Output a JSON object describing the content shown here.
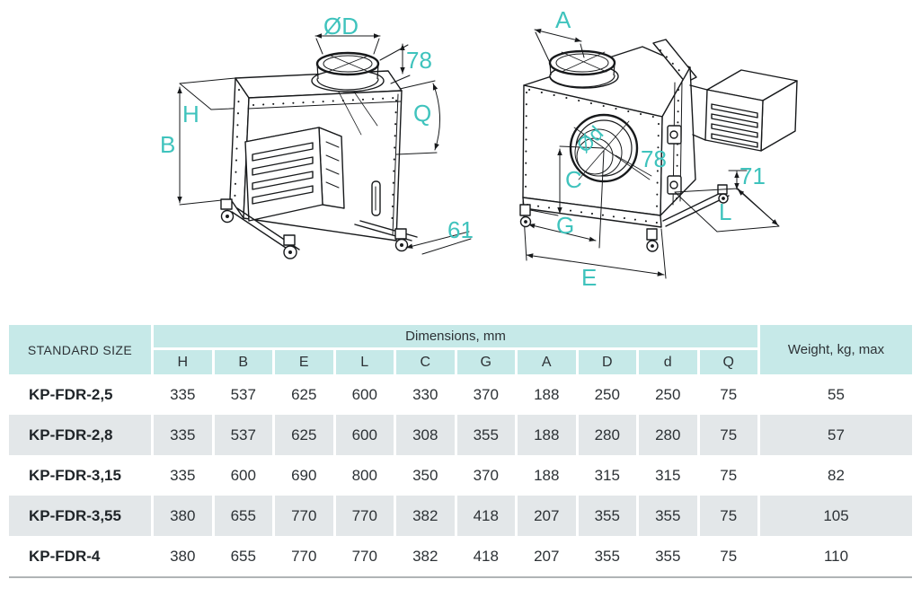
{
  "accent_color": "#3fc3bd",
  "line_color": "#17191b",
  "diagram_left": {
    "description": "isometric technical drawing: fan box with top duct collar, louvered grille, door handle and casters",
    "labels": {
      "od": "ØD",
      "n78": "78",
      "h": "H",
      "b": "B",
      "q": "Q",
      "n61": "61"
    }
  },
  "diagram_right": {
    "description": "isometric technical drawing: fan box with round inlet, motor louver box, mounting fin and rails",
    "labels": {
      "a": "A",
      "od_small": "Ød",
      "n78": "78",
      "c": "C",
      "g": "G",
      "e": "E",
      "n71": "71",
      "l": "L"
    }
  },
  "table": {
    "header": {
      "standard_size": "STANDARD SIZE",
      "dimensions_group": "Dimensions, mm",
      "columns": [
        "H",
        "B",
        "E",
        "L",
        "C",
        "G",
        "A",
        "D",
        "d",
        "Q"
      ],
      "weight": "Weight, kg, max"
    },
    "rows": [
      {
        "model": "KP-FDR-2,5",
        "values": [
          "335",
          "537",
          "625",
          "600",
          "330",
          "370",
          "188",
          "250",
          "250",
          "75"
        ],
        "weight": "55"
      },
      {
        "model": "KP-FDR-2,8",
        "values": [
          "335",
          "537",
          "625",
          "600",
          "308",
          "355",
          "188",
          "280",
          "280",
          "75"
        ],
        "weight": "57"
      },
      {
        "model": "KP-FDR-3,15",
        "values": [
          "335",
          "600",
          "690",
          "800",
          "350",
          "370",
          "188",
          "315",
          "315",
          "75"
        ],
        "weight": "82"
      },
      {
        "model": "KP-FDR-3,55",
        "values": [
          "380",
          "655",
          "770",
          "770",
          "382",
          "418",
          "207",
          "355",
          "355",
          "75"
        ],
        "weight": "105"
      },
      {
        "model": "KP-FDR-4",
        "values": [
          "380",
          "655",
          "770",
          "770",
          "382",
          "418",
          "207",
          "355",
          "355",
          "75"
        ],
        "weight": "110"
      }
    ],
    "colors": {
      "header_bg": "#c6e9e8",
      "stripe_bg": "#e3e7e9",
      "bottom_border": "#b0b4b6"
    }
  }
}
